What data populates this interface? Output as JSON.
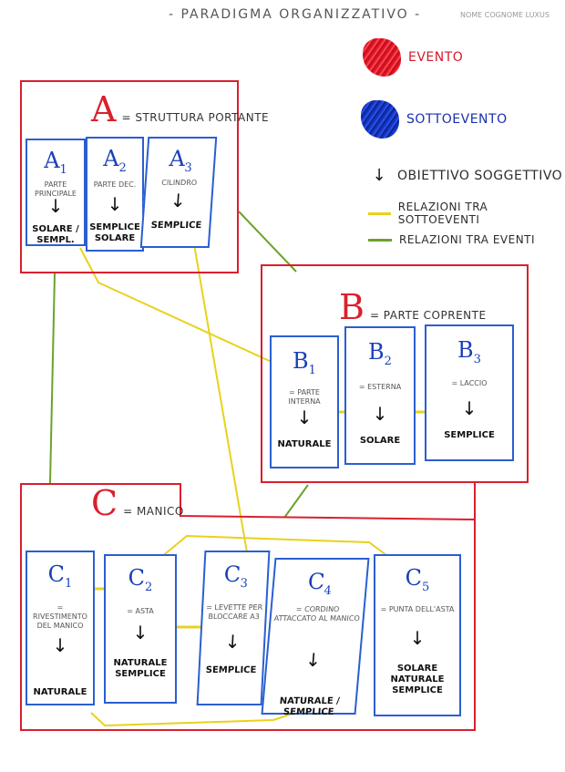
{
  "header": {
    "title": "- PARADIGMA ORGANIZZATIVO -",
    "note": "NOME COGNOME LUXUS"
  },
  "legend": {
    "event": "EVENTO",
    "subevent": "SOTTOEVENTO",
    "objective": "OBIETTIVO SOGGETTIVO",
    "sub_relations": "RELAZIONI TRA SOTTOEVENTI",
    "event_relations": "RELAZIONI TRA EVENTI",
    "colors": {
      "event": "#d9202e",
      "subevent": "#2a5fd0",
      "yellow": "#e8d21c",
      "green": "#6aa32a"
    }
  },
  "events": {
    "A": {
      "letter": "A",
      "desc": "= STRUTTURA PORTANTE",
      "subs": [
        {
          "letter": "A",
          "num": "1",
          "desc": "PARTE PRINCIPALE",
          "goal": "SOLARE / SEMPL."
        },
        {
          "letter": "A",
          "num": "2",
          "desc": "PARTE DEC.",
          "goal": "SEMPLICE SOLARE"
        },
        {
          "letter": "A",
          "num": "3",
          "desc": "CILINDRO",
          "goal": "SEMPLICE"
        }
      ]
    },
    "B": {
      "letter": "B",
      "desc": "= PARTE COPRENTE",
      "subs": [
        {
          "letter": "B",
          "num": "1",
          "desc": "= PARTE INTERNA",
          "goal": "NATURALE"
        },
        {
          "letter": "B",
          "num": "2",
          "desc": "= ESTERNA",
          "goal": "SOLARE"
        },
        {
          "letter": "B",
          "num": "3",
          "desc": "= LACCIO",
          "goal": "SEMPLICE"
        }
      ]
    },
    "C": {
      "letter": "C",
      "desc": "= MANICO",
      "subs": [
        {
          "letter": "C",
          "num": "1",
          "desc": "= RIVESTIMENTO DEL MANICO",
          "goal": "NATURALE"
        },
        {
          "letter": "C",
          "num": "2",
          "desc": "= ASTA",
          "goal": "NATURALE SEMPLICE"
        },
        {
          "letter": "C",
          "num": "3",
          "desc": "= LEVETTE PER BLOCCARE A3",
          "goal": "SEMPLICE"
        },
        {
          "letter": "C",
          "num": "4",
          "desc": "= CORDINO ATTACCATO AL MANICO",
          "goal": "NATURALE / SEMPLICE"
        },
        {
          "letter": "C",
          "num": "5",
          "desc": "= PUNTA DELL'ASTA",
          "goal": "SOLARE NATURALE SEMPLICE"
        }
      ]
    }
  },
  "arrow_glyph": "↓"
}
